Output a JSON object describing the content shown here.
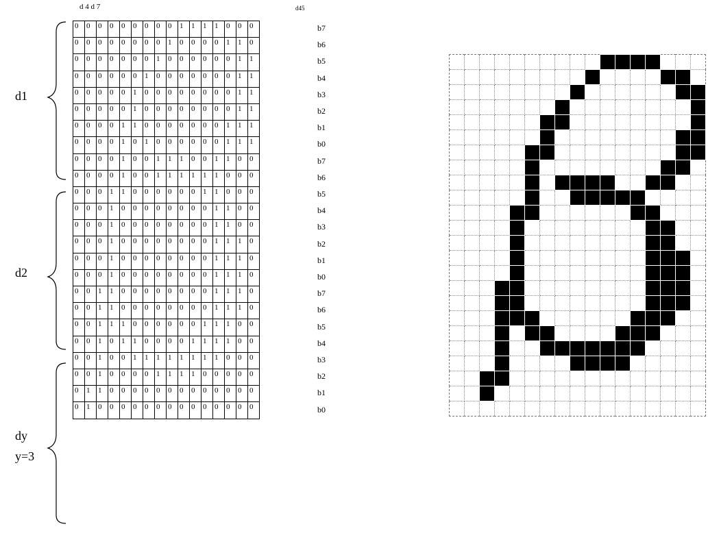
{
  "header": {
    "left": "d 4 d 7",
    "right": "d45"
  },
  "row_labels": [
    "b7",
    "b6",
    "b5",
    "b4",
    "b3",
    "b2",
    "b1",
    "b0",
    "b7",
    "b6",
    "b5",
    "b4",
    "b3",
    "b2",
    "b1",
    "b0",
    "b7",
    "b6",
    "b5",
    "b4",
    "b3",
    "b2",
    "b1",
    "b0"
  ],
  "groups": {
    "d1": "d1",
    "d2": "d2",
    "dy_line1": "dy",
    "dy_line2": "y=3"
  },
  "table": [
    [
      "0",
      "0",
      "0",
      "0",
      "0",
      "0",
      "0",
      "0",
      "0",
      "1",
      "1",
      "1",
      "1",
      "0",
      "0",
      "0"
    ],
    [
      "0",
      "0",
      "0",
      "0",
      "0",
      "0",
      "0",
      "0",
      "1",
      "0",
      "0",
      "0",
      "0",
      "1",
      "1",
      "0"
    ],
    [
      "0",
      "0",
      "0",
      "0",
      "0",
      "0",
      "0",
      "1",
      "0",
      "0",
      "0",
      "0",
      "0",
      "0",
      "1",
      "1"
    ],
    [
      "0",
      "0",
      "0",
      "0",
      "0",
      "0",
      "1",
      "0",
      "0",
      "0",
      "0",
      "0",
      "0",
      "0",
      "1",
      "1"
    ],
    [
      "0",
      "0",
      "0",
      "0",
      "0",
      "1",
      "0",
      "0",
      "0",
      "0",
      "0",
      "0",
      "0",
      "0",
      "1",
      "1"
    ],
    [
      "0",
      "0",
      "0",
      "0",
      "0",
      "1",
      "0",
      "0",
      "0",
      "0",
      "0",
      "0",
      "0",
      "0",
      "1",
      "1"
    ],
    [
      "0",
      "0",
      "0",
      "0",
      "1",
      "1",
      "0",
      "0",
      "0",
      "0",
      "0",
      "0",
      "0",
      "1",
      "1",
      "1"
    ],
    [
      "0",
      "0",
      "0",
      "0",
      "1",
      "0",
      "1",
      "0",
      "0",
      "0",
      "0",
      "0",
      "0",
      "1",
      "1",
      "1"
    ],
    [
      "0",
      "0",
      "0",
      "0",
      "1",
      "0",
      "0",
      "1",
      "1",
      "1",
      "0",
      "0",
      "1",
      "1",
      "0",
      "0"
    ],
    [
      "0",
      "0",
      "0",
      "0",
      "1",
      "0",
      "0",
      "1",
      "1",
      "1",
      "1",
      "1",
      "1",
      "0",
      "0",
      "0"
    ],
    [
      "0",
      "0",
      "0",
      "1",
      "1",
      "0",
      "0",
      "0",
      "0",
      "0",
      "0",
      "1",
      "1",
      "0",
      "0",
      "0"
    ],
    [
      "0",
      "0",
      "0",
      "1",
      "0",
      "0",
      "0",
      "0",
      "0",
      "0",
      "0",
      "0",
      "1",
      "1",
      "0",
      "0"
    ],
    [
      "0",
      "0",
      "0",
      "1",
      "0",
      "0",
      "0",
      "0",
      "0",
      "0",
      "0",
      "0",
      "1",
      "1",
      "0",
      "0"
    ],
    [
      "0",
      "0",
      "0",
      "1",
      "0",
      "0",
      "0",
      "0",
      "0",
      "0",
      "0",
      "0",
      "1",
      "1",
      "1",
      "0"
    ],
    [
      "0",
      "0",
      "0",
      "1",
      "0",
      "0",
      "0",
      "0",
      "0",
      "0",
      "0",
      "0",
      "1",
      "1",
      "1",
      "0"
    ],
    [
      "0",
      "0",
      "0",
      "1",
      "0",
      "0",
      "0",
      "0",
      "0",
      "0",
      "0",
      "0",
      "1",
      "1",
      "1",
      "0"
    ],
    [
      "0",
      "0",
      "1",
      "1",
      "0",
      "0",
      "0",
      "0",
      "0",
      "0",
      "0",
      "0",
      "1",
      "1",
      "1",
      "0"
    ],
    [
      "0",
      "0",
      "1",
      "1",
      "0",
      "0",
      "0",
      "0",
      "0",
      "0",
      "0",
      "0",
      "1",
      "1",
      "1",
      "0"
    ],
    [
      "0",
      "0",
      "1",
      "1",
      "1",
      "0",
      "0",
      "0",
      "0",
      "0",
      "0",
      "1",
      "1",
      "1",
      "0",
      "0"
    ],
    [
      "0",
      "0",
      "1",
      "0",
      "1",
      "1",
      "0",
      "0",
      "0",
      "0",
      "1",
      "1",
      "1",
      "1",
      "0",
      "0"
    ],
    [
      "0",
      "0",
      "1",
      "0",
      "0",
      "1",
      "1",
      "1",
      "1",
      "1",
      "1",
      "1",
      "1",
      "0",
      "0",
      "0"
    ],
    [
      "0",
      "0",
      "1",
      "0",
      "0",
      "0",
      "0",
      "1",
      "1",
      "1",
      "1",
      "0",
      "0",
      "0",
      "0",
      "0"
    ],
    [
      "0",
      "1",
      "1",
      "0",
      "0",
      "0",
      "0",
      "0",
      "0",
      "0",
      "0",
      "0",
      "0",
      "0",
      "0",
      "0"
    ],
    [
      "0",
      "1",
      "0",
      "0",
      "0",
      "0",
      "0",
      "0",
      "0",
      "0",
      "0",
      "0",
      "0",
      "0",
      "0",
      "0"
    ]
  ],
  "pixel_grid": {
    "rows": 24,
    "cols": 17,
    "on": [
      [
        0,
        10
      ],
      [
        0,
        11
      ],
      [
        0,
        12
      ],
      [
        0,
        13
      ],
      [
        1,
        9
      ],
      [
        1,
        14
      ],
      [
        1,
        15
      ],
      [
        2,
        8
      ],
      [
        2,
        15
      ],
      [
        2,
        16
      ],
      [
        3,
        7
      ],
      [
        3,
        16
      ],
      [
        4,
        6
      ],
      [
        4,
        7
      ],
      [
        4,
        16
      ],
      [
        5,
        6
      ],
      [
        5,
        15
      ],
      [
        5,
        16
      ],
      [
        6,
        5
      ],
      [
        6,
        6
      ],
      [
        6,
        15
      ],
      [
        6,
        16
      ],
      [
        7,
        5
      ],
      [
        7,
        14
      ],
      [
        7,
        15
      ],
      [
        8,
        5
      ],
      [
        8,
        7
      ],
      [
        8,
        8
      ],
      [
        8,
        9
      ],
      [
        8,
        10
      ],
      [
        8,
        13
      ],
      [
        8,
        14
      ],
      [
        9,
        5
      ],
      [
        9,
        8
      ],
      [
        9,
        9
      ],
      [
        9,
        10
      ],
      [
        9,
        11
      ],
      [
        9,
        12
      ],
      [
        10,
        4
      ],
      [
        10,
        5
      ],
      [
        10,
        12
      ],
      [
        10,
        13
      ],
      [
        11,
        4
      ],
      [
        11,
        13
      ],
      [
        11,
        14
      ],
      [
        12,
        4
      ],
      [
        12,
        13
      ],
      [
        12,
        14
      ],
      [
        13,
        4
      ],
      [
        13,
        13
      ],
      [
        13,
        14
      ],
      [
        13,
        15
      ],
      [
        14,
        4
      ],
      [
        14,
        13
      ],
      [
        14,
        14
      ],
      [
        14,
        15
      ],
      [
        15,
        3
      ],
      [
        15,
        4
      ],
      [
        15,
        13
      ],
      [
        15,
        14
      ],
      [
        15,
        15
      ],
      [
        16,
        3
      ],
      [
        16,
        4
      ],
      [
        16,
        13
      ],
      [
        16,
        14
      ],
      [
        16,
        15
      ],
      [
        17,
        3
      ],
      [
        17,
        4
      ],
      [
        17,
        5
      ],
      [
        17,
        12
      ],
      [
        17,
        13
      ],
      [
        17,
        14
      ],
      [
        18,
        3
      ],
      [
        18,
        5
      ],
      [
        18,
        6
      ],
      [
        18,
        11
      ],
      [
        18,
        12
      ],
      [
        18,
        13
      ],
      [
        19,
        3
      ],
      [
        19,
        6
      ],
      [
        19,
        7
      ],
      [
        19,
        8
      ],
      [
        19,
        9
      ],
      [
        19,
        10
      ],
      [
        19,
        11
      ],
      [
        19,
        12
      ],
      [
        20,
        3
      ],
      [
        20,
        8
      ],
      [
        20,
        9
      ],
      [
        20,
        10
      ],
      [
        20,
        11
      ],
      [
        21,
        2
      ],
      [
        21,
        3
      ],
      [
        22,
        2
      ]
    ]
  }
}
